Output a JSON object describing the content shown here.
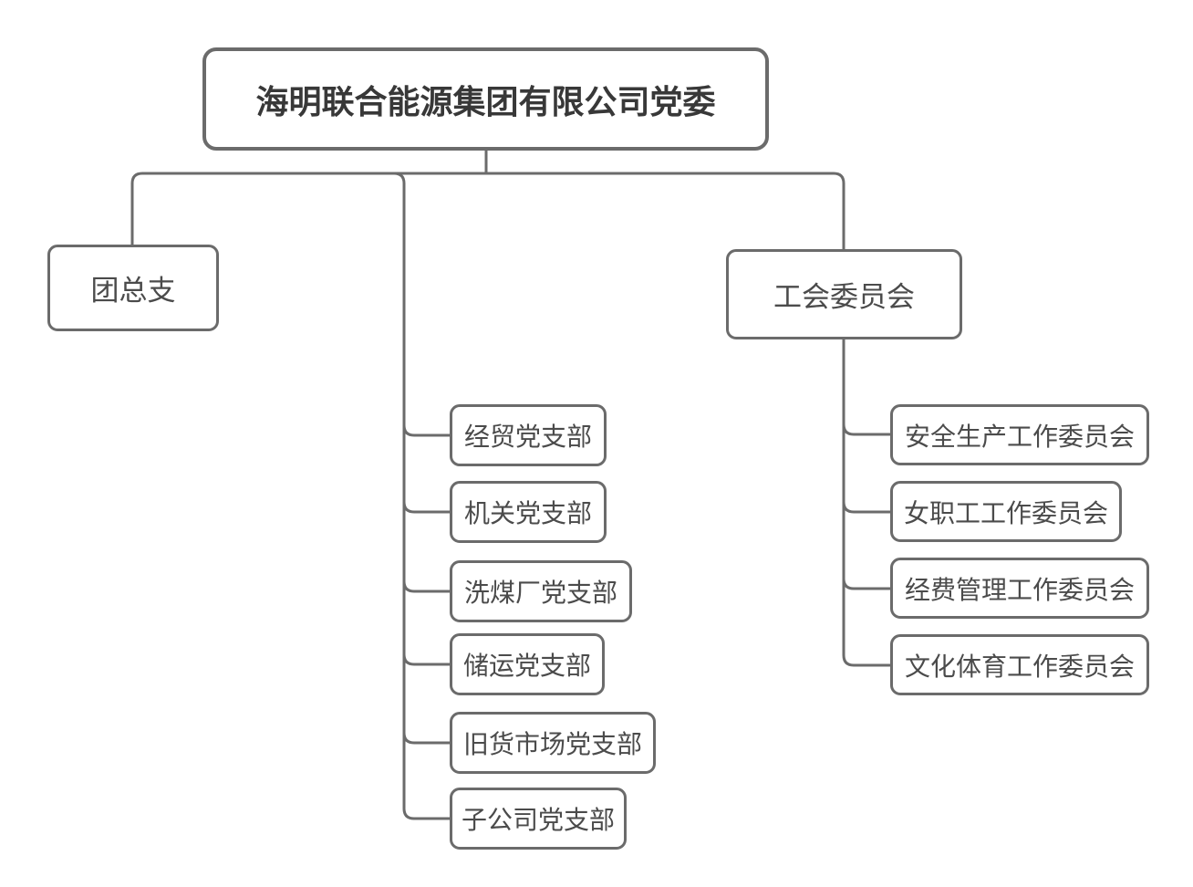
{
  "org_chart": {
    "root": {
      "label": "海明联合能源集团有限公司党委"
    },
    "level2": {
      "youth_league": {
        "label": "团总支"
      },
      "union": {
        "label": "工会委员会"
      }
    },
    "party_branches": [
      {
        "label": "经贸党支部"
      },
      {
        "label": "机关党支部"
      },
      {
        "label": "洗煤厂党支部"
      },
      {
        "label": "储运党支部"
      },
      {
        "label": "旧货市场党支部"
      },
      {
        "label": "子公司党支部"
      }
    ],
    "union_committees": [
      {
        "label": "安全生产工作委员会"
      },
      {
        "label": "女职工工作委员会"
      },
      {
        "label": "经费管理工作委员会"
      },
      {
        "label": "文化体育工作委员会"
      }
    ],
    "colors": {
      "line": "#6b6b6b",
      "border": "#6b6b6b",
      "title_text": "#383838",
      "node_text": "#4b4b4b",
      "background": "#ffffff"
    }
  }
}
